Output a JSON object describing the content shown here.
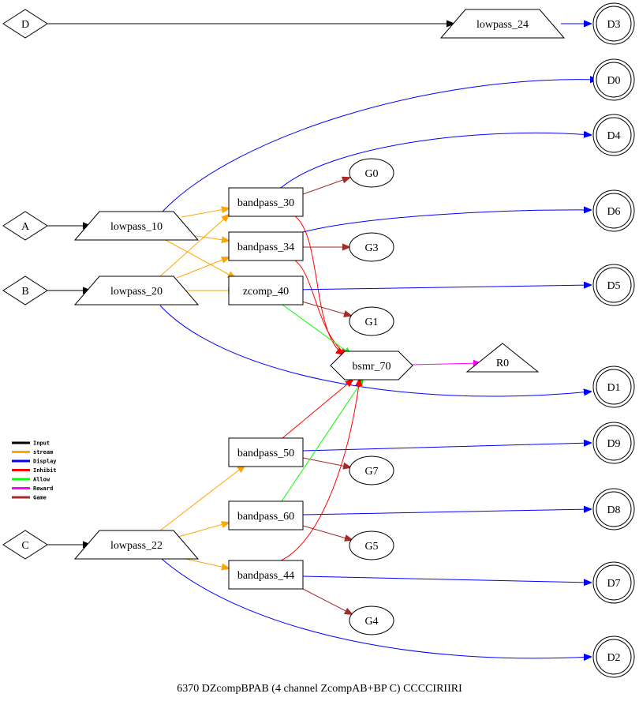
{
  "caption": "6370 DZcompBPAB   (4 channel ZcompAB+BP C) CCCCIRIIRI",
  "colors": {
    "Input": "#000000",
    "stream": "#ffa500",
    "Display": "#0000ff",
    "Inhibit": "#ff0000",
    "Allow": "#00ff00",
    "Reward": "#ff00ff",
    "Game": "#a52a2a"
  },
  "legend": [
    {
      "label": "Input",
      "kind": "Input"
    },
    {
      "label": "stream",
      "kind": "stream"
    },
    {
      "label": "Display",
      "kind": "Display"
    },
    {
      "label": "Inhibit",
      "kind": "Inhibit"
    },
    {
      "label": "Allow",
      "kind": "Allow"
    },
    {
      "label": "Reward",
      "kind": "Reward"
    },
    {
      "label": "Game",
      "kind": "Game"
    }
  ],
  "nodes": [
    {
      "id": "D",
      "label": "D",
      "shape": "diamond"
    },
    {
      "id": "A",
      "label": "A",
      "shape": "diamond"
    },
    {
      "id": "B",
      "label": "B",
      "shape": "diamond"
    },
    {
      "id": "C",
      "label": "C",
      "shape": "diamond"
    },
    {
      "id": "lowpass_24",
      "label": "lowpass_24",
      "shape": "trapezium"
    },
    {
      "id": "lowpass_10",
      "label": "lowpass_10",
      "shape": "trapezium"
    },
    {
      "id": "lowpass_20",
      "label": "lowpass_20",
      "shape": "trapezium"
    },
    {
      "id": "lowpass_22",
      "label": "lowpass_22",
      "shape": "trapezium"
    },
    {
      "id": "bandpass_30",
      "label": "bandpass_30",
      "shape": "box"
    },
    {
      "id": "bandpass_34",
      "label": "bandpass_34",
      "shape": "box"
    },
    {
      "id": "zcomp_40",
      "label": "zcomp_40",
      "shape": "box"
    },
    {
      "id": "bandpass_50",
      "label": "bandpass_50",
      "shape": "box"
    },
    {
      "id": "bandpass_60",
      "label": "bandpass_60",
      "shape": "box"
    },
    {
      "id": "bandpass_44",
      "label": "bandpass_44",
      "shape": "box"
    },
    {
      "id": "bsmr_70",
      "label": "bsmr_70",
      "shape": "hexagon"
    },
    {
      "id": "R0",
      "label": "R0",
      "shape": "triangle"
    },
    {
      "id": "G0",
      "label": "G0",
      "shape": "ellipse"
    },
    {
      "id": "G3",
      "label": "G3",
      "shape": "ellipse"
    },
    {
      "id": "G1",
      "label": "G1",
      "shape": "ellipse"
    },
    {
      "id": "G7",
      "label": "G7",
      "shape": "ellipse"
    },
    {
      "id": "G5",
      "label": "G5",
      "shape": "ellipse"
    },
    {
      "id": "G4",
      "label": "G4",
      "shape": "ellipse"
    },
    {
      "id": "D3",
      "label": "D3",
      "shape": "doublecircle"
    },
    {
      "id": "D0",
      "label": "D0",
      "shape": "doublecircle"
    },
    {
      "id": "D4",
      "label": "D4",
      "shape": "doublecircle"
    },
    {
      "id": "D6",
      "label": "D6",
      "shape": "doublecircle"
    },
    {
      "id": "D5",
      "label": "D5",
      "shape": "doublecircle"
    },
    {
      "id": "D1",
      "label": "D1",
      "shape": "doublecircle"
    },
    {
      "id": "D9",
      "label": "D9",
      "shape": "doublecircle"
    },
    {
      "id": "D8",
      "label": "D8",
      "shape": "doublecircle"
    },
    {
      "id": "D7",
      "label": "D7",
      "shape": "doublecircle"
    },
    {
      "id": "D2",
      "label": "D2",
      "shape": "doublecircle"
    }
  ],
  "edges": [
    {
      "from": "D",
      "to": "lowpass_24",
      "kind": "Input"
    },
    {
      "from": "A",
      "to": "lowpass_10",
      "kind": "Input"
    },
    {
      "from": "B",
      "to": "lowpass_20",
      "kind": "Input"
    },
    {
      "from": "C",
      "to": "lowpass_22",
      "kind": "Input"
    },
    {
      "from": "lowpass_24",
      "to": "D3",
      "kind": "Display"
    },
    {
      "from": "lowpass_10",
      "to": "D0",
      "kind": "Display"
    },
    {
      "from": "lowpass_10",
      "to": "bandpass_30",
      "kind": "stream"
    },
    {
      "from": "lowpass_10",
      "to": "bandpass_34",
      "kind": "stream"
    },
    {
      "from": "lowpass_10",
      "to": "zcomp_40",
      "kind": "stream"
    },
    {
      "from": "lowpass_20",
      "to": "bandpass_30",
      "kind": "stream"
    },
    {
      "from": "lowpass_20",
      "to": "bandpass_34",
      "kind": "stream"
    },
    {
      "from": "lowpass_20",
      "to": "zcomp_40",
      "kind": "stream"
    },
    {
      "from": "lowpass_20",
      "to": "D1",
      "kind": "Display"
    },
    {
      "from": "bandpass_30",
      "to": "D4",
      "kind": "Display"
    },
    {
      "from": "bandpass_30",
      "to": "G0",
      "kind": "Game"
    },
    {
      "from": "bandpass_30",
      "to": "bsmr_70",
      "kind": "Inhibit"
    },
    {
      "from": "bandpass_34",
      "to": "D6",
      "kind": "Display"
    },
    {
      "from": "bandpass_34",
      "to": "G3",
      "kind": "Game"
    },
    {
      "from": "bandpass_34",
      "to": "bsmr_70",
      "kind": "Inhibit"
    },
    {
      "from": "zcomp_40",
      "to": "D5",
      "kind": "Display"
    },
    {
      "from": "zcomp_40",
      "to": "G1",
      "kind": "Game"
    },
    {
      "from": "zcomp_40",
      "to": "bsmr_70",
      "kind": "Allow"
    },
    {
      "from": "bsmr_70",
      "to": "R0",
      "kind": "Reward"
    },
    {
      "from": "lowpass_22",
      "to": "bandpass_50",
      "kind": "stream"
    },
    {
      "from": "lowpass_22",
      "to": "bandpass_60",
      "kind": "stream"
    },
    {
      "from": "lowpass_22",
      "to": "bandpass_44",
      "kind": "stream"
    },
    {
      "from": "lowpass_22",
      "to": "D2",
      "kind": "Display"
    },
    {
      "from": "bandpass_50",
      "to": "bsmr_70",
      "kind": "Inhibit"
    },
    {
      "from": "bandpass_50",
      "to": "D9",
      "kind": "Display"
    },
    {
      "from": "bandpass_50",
      "to": "G7",
      "kind": "Game"
    },
    {
      "from": "bandpass_60",
      "to": "bsmr_70",
      "kind": "Allow"
    },
    {
      "from": "bandpass_60",
      "to": "D8",
      "kind": "Display"
    },
    {
      "from": "bandpass_60",
      "to": "G5",
      "kind": "Game"
    },
    {
      "from": "bandpass_44",
      "to": "bsmr_70",
      "kind": "Inhibit"
    },
    {
      "from": "bandpass_44",
      "to": "D7",
      "kind": "Display"
    },
    {
      "from": "bandpass_44",
      "to": "G4",
      "kind": "Game"
    }
  ]
}
